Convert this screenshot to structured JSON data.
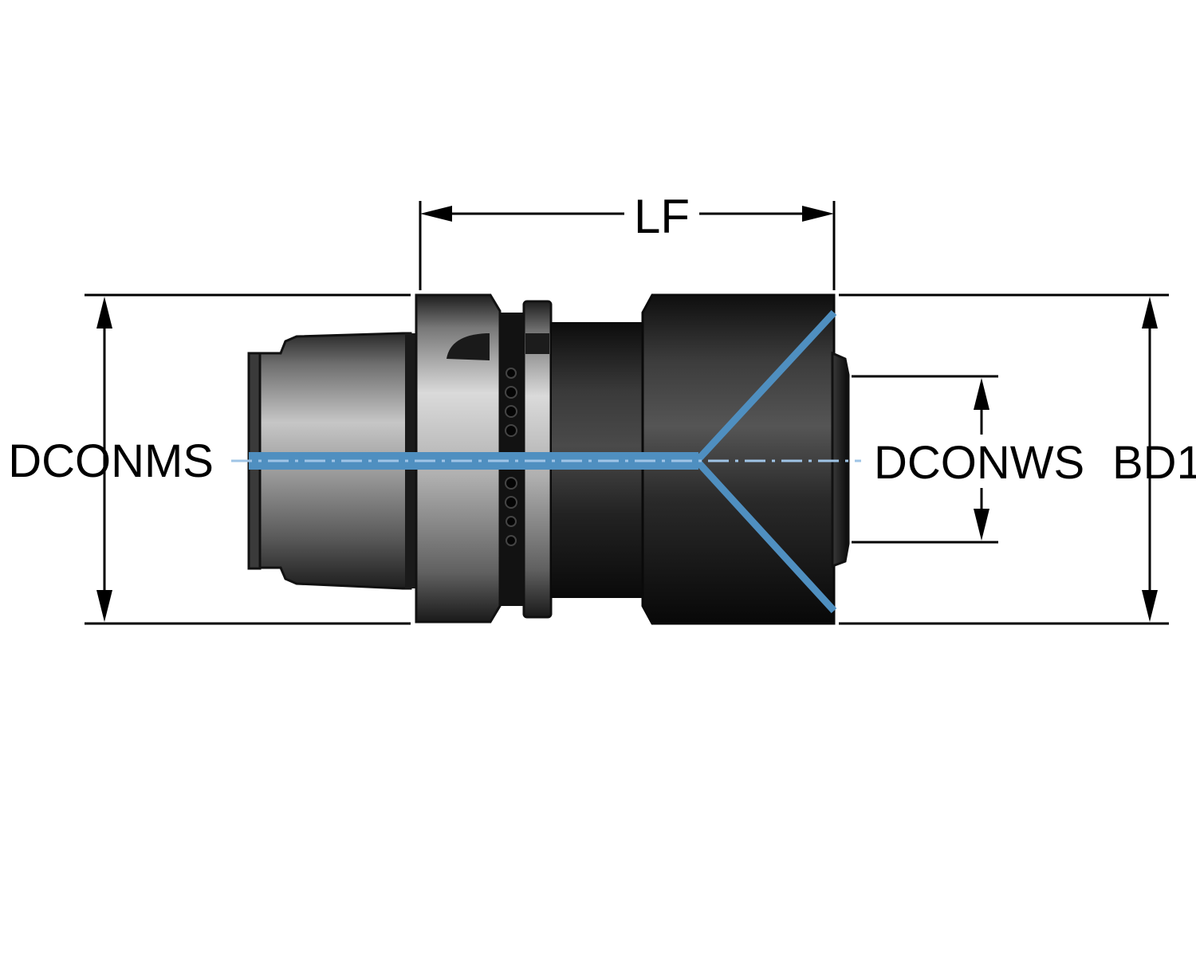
{
  "labels": {
    "lf": "LF",
    "dconms": "DCONMS",
    "dconws": "DCONWS",
    "bd1": "BD1"
  },
  "colors": {
    "background": "#ffffff",
    "dimension_line": "#000000",
    "coolant_channel": "#4f8fc0",
    "centerline": "#9fc4e6",
    "steel_light": "#a8a8a8",
    "steel_dark": "#1c1c1c",
    "black_oxide": "#141414"
  },
  "icons": {
    "dimension_arrow": "arrow-head",
    "tool_holder": "hsk-adapter"
  }
}
